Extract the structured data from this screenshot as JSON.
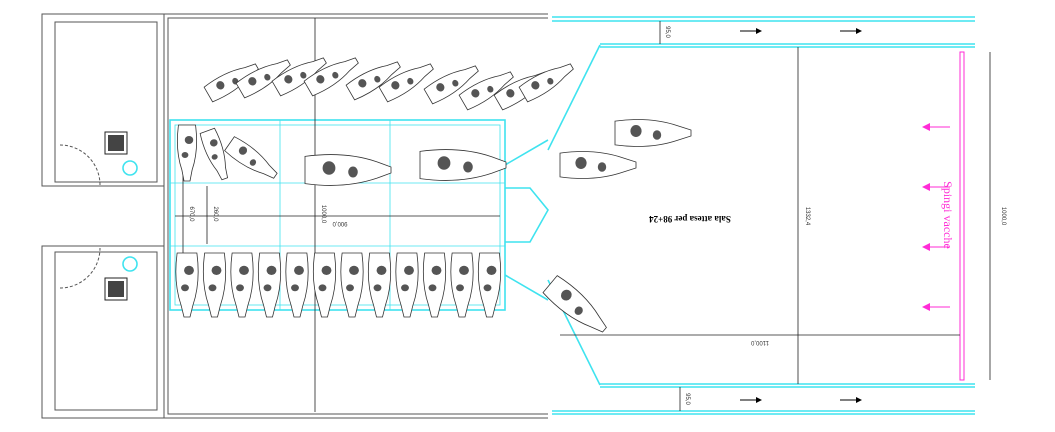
{
  "drawing": {
    "room_label": "Sala attesa per 98+24",
    "push_label": "Spingi vacche",
    "dimensions": {
      "total_length": "1000,0",
      "waiting_width": "1332,4",
      "waiting_length": "1100,0",
      "alley_top": "95,0",
      "alley_bottom": "95,0",
      "pit_length": "900,0",
      "pit_height": "1000,0",
      "stall_width": "670,0",
      "pit_width": "260,0"
    },
    "colors": {
      "walls": "#555555",
      "equipment": "#3fe3ef",
      "pusher": "#ff2bd6"
    }
  }
}
